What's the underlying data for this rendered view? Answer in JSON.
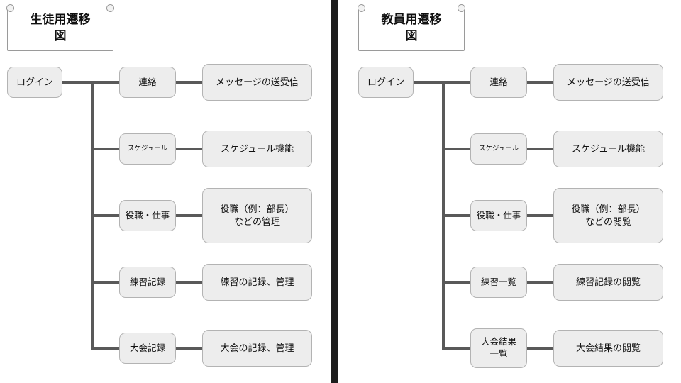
{
  "left": {
    "title": "生徒用遷移\n図",
    "login": "ログイン",
    "rows": [
      {
        "menu": "連絡",
        "desc": "メッセージの送受信"
      },
      {
        "menu": "スケジュール",
        "desc": "スケジュール機能"
      },
      {
        "menu": "役職・仕事",
        "desc": "役職（例：部長）\nなどの管理"
      },
      {
        "menu": "練習記録",
        "desc": "練習の記録、管理"
      },
      {
        "menu": "大会記録",
        "desc": "大会の記録、管理"
      }
    ]
  },
  "right": {
    "title": "教員用遷移\n図",
    "login": "ログイン",
    "rows": [
      {
        "menu": "連絡",
        "desc": "メッセージの送受信"
      },
      {
        "menu": "スケジュール",
        "desc": "スケジュール機能"
      },
      {
        "menu": "役職・仕事",
        "desc": "役職（例：部長）\nなどの閲覧"
      },
      {
        "menu": "練習一覧",
        "desc": "練習記録の閲覧"
      },
      {
        "menu": "大会結果\n一覧",
        "desc": "大会結果の閲覧"
      }
    ]
  },
  "colors": {
    "line": "#595959",
    "divider": "#1d1d1d",
    "box_fill": "#ededed",
    "box_border": "#b3b3b3"
  }
}
